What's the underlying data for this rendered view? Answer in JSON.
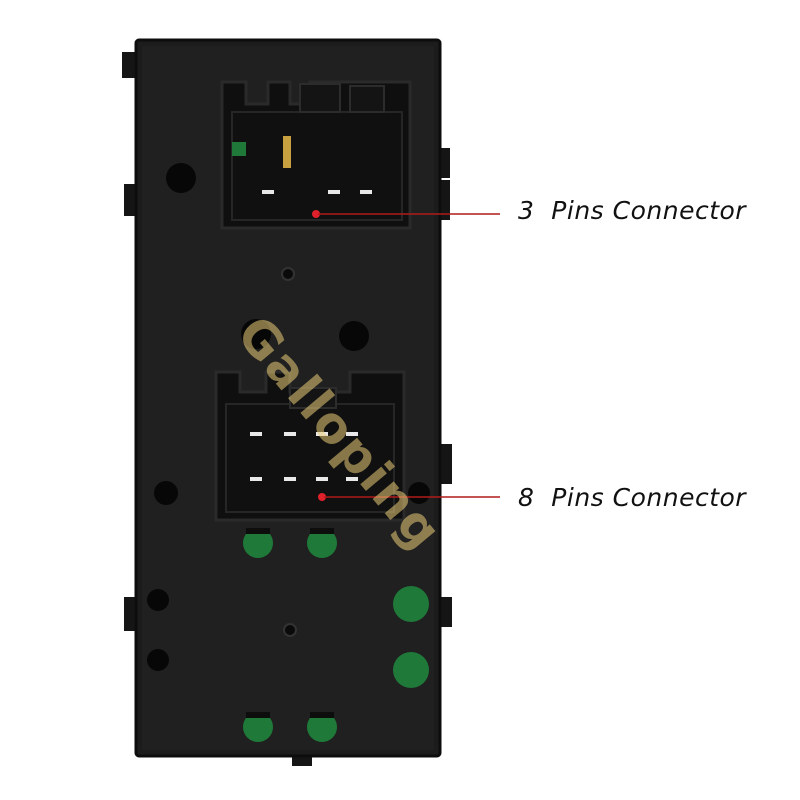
{
  "callouts": {
    "three_pin": "3  Pins Connector",
    "eight_pin": "8  Pins Connector"
  },
  "watermark": "Galloping",
  "colors": {
    "housing": "#1c1c1c",
    "housing_edge": "#0d0d0d",
    "pcb_green": "#1f7a3a",
    "pin_white": "#e8e8e8",
    "marker_red": "#e0202a",
    "leader_line": "#b01a1a"
  }
}
